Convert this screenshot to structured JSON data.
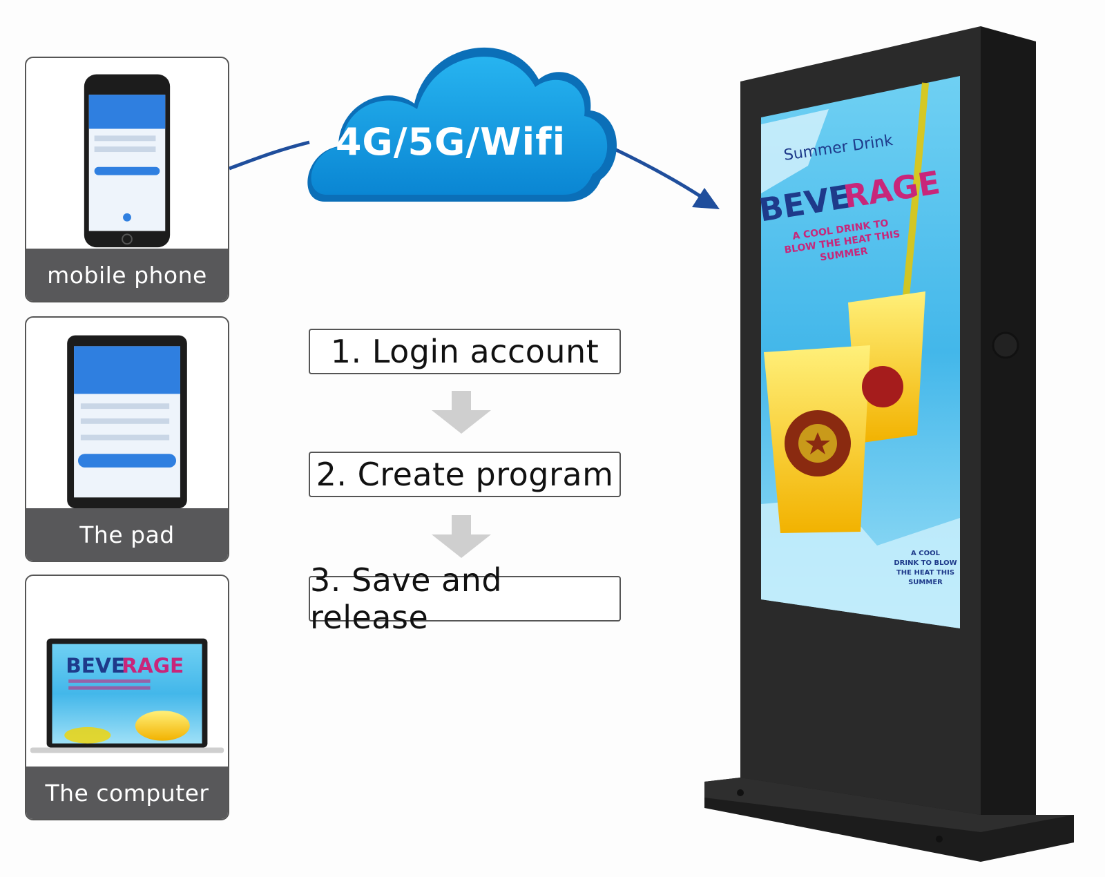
{
  "cloud": {
    "label": "4G/5G/Wifi"
  },
  "devices": [
    {
      "label": "mobile phone",
      "icon": "phone-icon"
    },
    {
      "label": "The pad",
      "icon": "tablet-icon"
    },
    {
      "label": "The computer",
      "icon": "laptop-icon"
    }
  ],
  "steps": [
    {
      "label": "1. Login account"
    },
    {
      "label": "2. Create program"
    },
    {
      "label": "3. Save and release"
    }
  ],
  "poster": {
    "subtitle": "Summer Drink",
    "title_part1": "BEVE",
    "title_part2": "RAGE",
    "tagline_line1": "A COOL DRINK TO",
    "tagline_line2": "BLOW THE HEAT THIS",
    "tagline_line3": "SUMMER",
    "corner_line1": "A COOL",
    "corner_line2": "DRINK TO BLOW",
    "corner_line3": "THE HEAT THIS",
    "corner_line4": "SUMMER"
  },
  "laptop_screen": {
    "title_part1": "BEVE",
    "title_part2": "RAGE"
  },
  "colors": {
    "cloud": "#1aa0e0",
    "arrow": "#1f4e9c",
    "label_bg": "#58585a",
    "kiosk": "#2a2a2a",
    "step_arrow": "#cfcfcf",
    "title_blue": "#1e3a8a",
    "title_pink": "#c8267a"
  }
}
